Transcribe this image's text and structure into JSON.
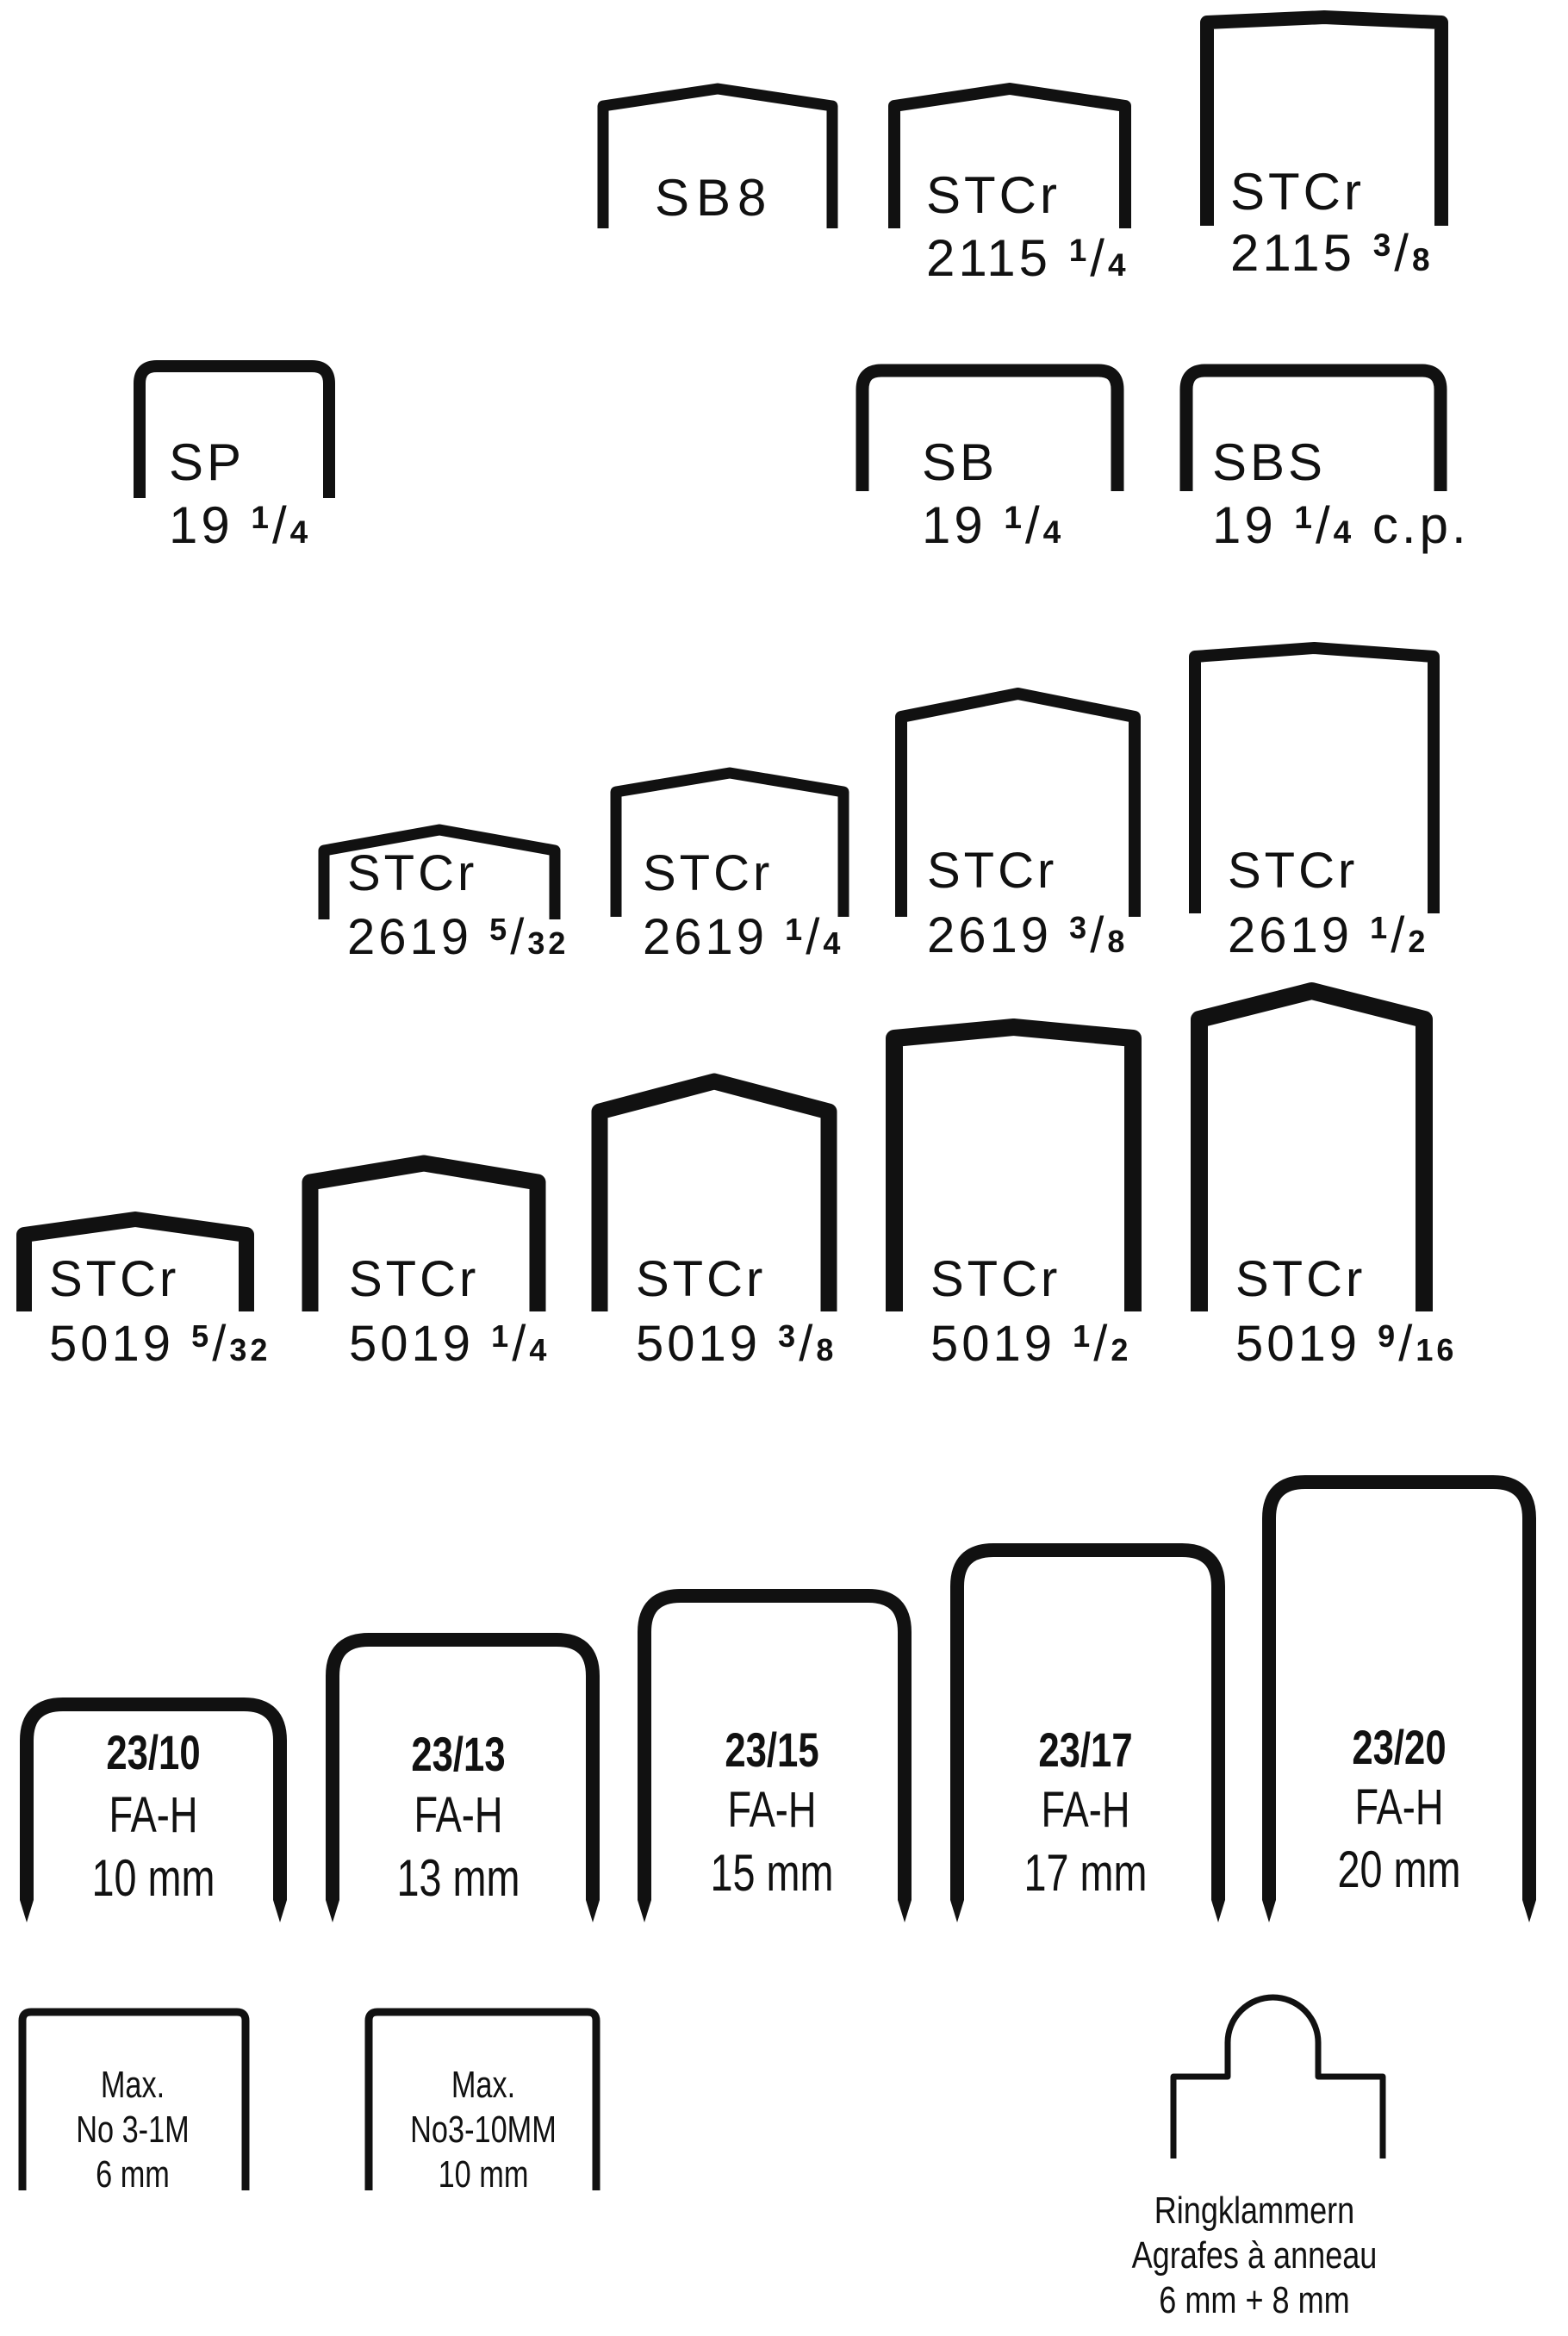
{
  "colors": {
    "ink": "#111111",
    "background": "#ffffff"
  },
  "rows": [
    {
      "id": "row1",
      "staples": [
        {
          "id": "sb8",
          "lines": [
            {
              "main": "SB8"
            }
          ]
        },
        {
          "id": "stcr-2115-14",
          "lines": [
            {
              "main": "STCr"
            },
            {
              "main": "2115 ",
              "frac_num": "1",
              "frac_den": "4"
            }
          ]
        },
        {
          "id": "stcr-2115-38",
          "lines": [
            {
              "main": "STCr"
            },
            {
              "main": "2115 ",
              "frac_num": "3",
              "frac_den": "8"
            }
          ]
        }
      ]
    },
    {
      "id": "row2",
      "staples": [
        {
          "id": "sp-19-14",
          "lines": [
            {
              "main": "SP"
            },
            {
              "main": "19 ",
              "frac_num": "1",
              "frac_den": "4"
            }
          ]
        },
        {
          "id": "sb-19-14",
          "lines": [
            {
              "main": "SB"
            },
            {
              "main": "19 ",
              "frac_num": "1",
              "frac_den": "4"
            }
          ]
        },
        {
          "id": "sbs-19-14",
          "lines": [
            {
              "main": "SBS"
            },
            {
              "main": "19 ",
              "frac_num": "1",
              "frac_den": "4",
              "suffix": " c.p."
            }
          ]
        }
      ]
    },
    {
      "id": "row3",
      "staples": [
        {
          "id": "stcr-2619-532",
          "lines": [
            {
              "main": "STCr"
            },
            {
              "main": "2619 ",
              "frac_num": "5",
              "frac_den": "32"
            }
          ]
        },
        {
          "id": "stcr-2619-14",
          "lines": [
            {
              "main": "STCr"
            },
            {
              "main": "2619 ",
              "frac_num": "1",
              "frac_den": "4"
            }
          ]
        },
        {
          "id": "stcr-2619-38",
          "lines": [
            {
              "main": "STCr"
            },
            {
              "main": "2619 ",
              "frac_num": "3",
              "frac_den": "8"
            }
          ]
        },
        {
          "id": "stcr-2619-12",
          "lines": [
            {
              "main": "STCr"
            },
            {
              "main": "2619 ",
              "frac_num": "1",
              "frac_den": "2"
            }
          ]
        }
      ]
    },
    {
      "id": "row4",
      "staples": [
        {
          "id": "stcr-5019-532",
          "lines": [
            {
              "main": "STCr"
            },
            {
              "main": "5019 ",
              "frac_num": "5",
              "frac_den": "32"
            }
          ]
        },
        {
          "id": "stcr-5019-14",
          "lines": [
            {
              "main": "STCr"
            },
            {
              "main": "5019 ",
              "frac_num": "1",
              "frac_den": "4"
            }
          ]
        },
        {
          "id": "stcr-5019-38",
          "lines": [
            {
              "main": "STCr"
            },
            {
              "main": "5019 ",
              "frac_num": "3",
              "frac_den": "8"
            }
          ]
        },
        {
          "id": "stcr-5019-12",
          "lines": [
            {
              "main": "STCr"
            },
            {
              "main": "5019 ",
              "frac_num": "1",
              "frac_den": "2"
            }
          ]
        },
        {
          "id": "stcr-5019-916",
          "lines": [
            {
              "main": "STCr"
            },
            {
              "main": "5019 ",
              "frac_num": "9",
              "frac_den": "16"
            }
          ]
        }
      ]
    },
    {
      "id": "row5",
      "staples": [
        {
          "id": "fa-h-23-10",
          "lines": [
            {
              "main": "23/10"
            },
            {
              "main": "FA-H"
            },
            {
              "main": "10 mm"
            }
          ]
        },
        {
          "id": "fa-h-23-13",
          "lines": [
            {
              "main": "23/13"
            },
            {
              "main": "FA-H"
            },
            {
              "main": "13 mm"
            }
          ]
        },
        {
          "id": "fa-h-23-15",
          "lines": [
            {
              "main": "23/15"
            },
            {
              "main": "FA-H"
            },
            {
              "main": "15 mm"
            }
          ]
        },
        {
          "id": "fa-h-23-17",
          "lines": [
            {
              "main": "23/17"
            },
            {
              "main": "FA-H"
            },
            {
              "main": "17 mm"
            }
          ]
        },
        {
          "id": "fa-h-23-20",
          "lines": [
            {
              "main": "23/20"
            },
            {
              "main": "FA-H"
            },
            {
              "main": "20 mm"
            }
          ]
        }
      ]
    },
    {
      "id": "row6",
      "staples": [
        {
          "id": "max-no3-1m",
          "lines": [
            {
              "main": "Max."
            },
            {
              "main": "No 3-1M"
            },
            {
              "main": "6 mm"
            }
          ]
        },
        {
          "id": "max-no3-10mm",
          "lines": [
            {
              "main": "Max."
            },
            {
              "main": "No3-10MM"
            },
            {
              "main": "10 mm"
            }
          ]
        },
        {
          "id": "ringklammern",
          "lines": [
            {
              "main": "Ringklammern"
            },
            {
              "main": "Agrafes à anneau"
            },
            {
              "main": "6 mm + 8 mm"
            }
          ]
        }
      ]
    }
  ]
}
